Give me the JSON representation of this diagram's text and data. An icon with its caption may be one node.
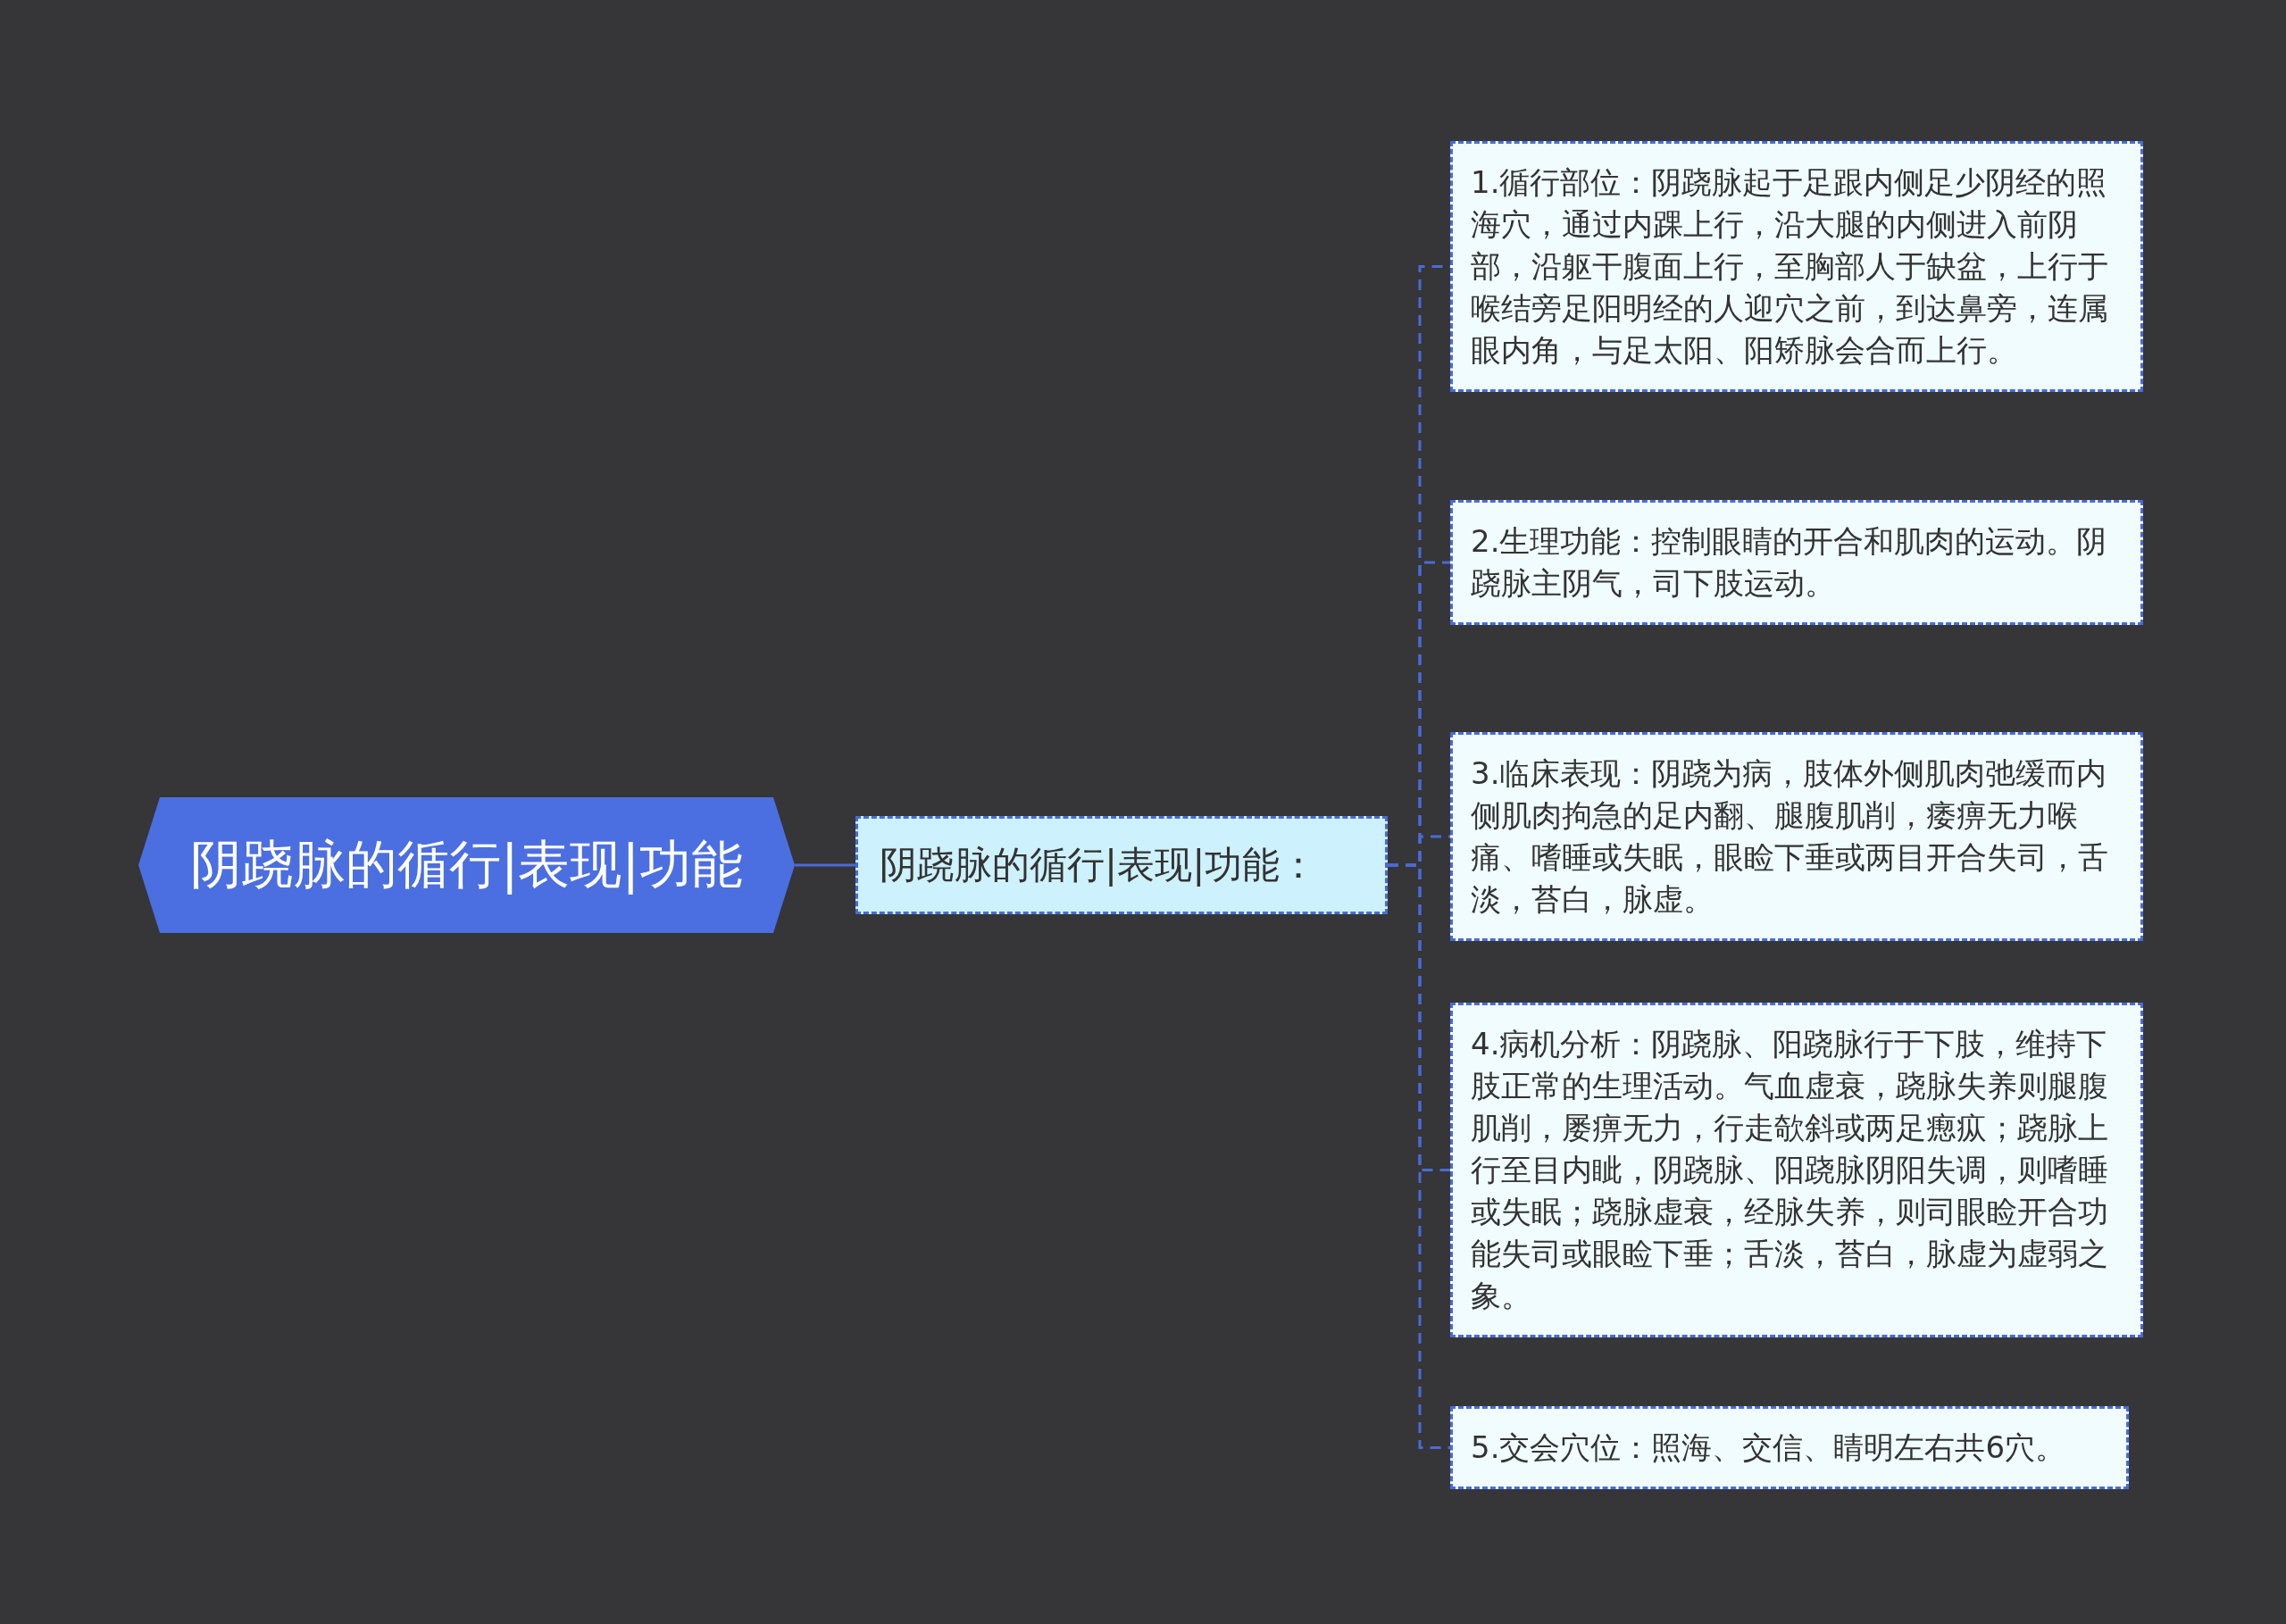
{
  "diagram": {
    "nodes": [
      {
        "text": [
          "阴跷脉的循行|表现|功能"
        ]
      },
      {
        "text": [
          "阴跷脉的循行|表现|功能："
        ]
      },
      {
        "text": [
          "1.循行部位：阴跷脉起于足跟内侧足少阴经的照海穴，通过内踝上行，沿大腿的内侧进入前阴部，沿躯干腹面上行，至胸部人于缺盆，上行于喉结旁足阳明经的人迎穴之前，到达鼻旁，连属眼内角，与足太阳、阳矫脉会合而上行。"
        ]
      },
      {
        "text": [
          "2.生理功能：控制眼睛的开合和肌肉的运动。阴跷脉主阴气，司下肢运动。"
        ]
      },
      {
        "text": [
          "3.临床表现：阴跷为病，肢体外侧肌肉弛缓而内侧肌肉拘急的足内翻、腿腹肌削，痿痹无力喉痛、嗜睡或失眠，眼睑下垂或两目开合失司，舌淡，苔白，脉虚。"
        ]
      },
      {
        "text": [
          "4.病机分析：阴跷脉、阳跷脉行于下肢，维持下肢正常的生理活动。气血虚衰，跷脉失养则腿腹肌削，屡痹无力，行走欹斜或两足瘛疭；跷脉上行至目内眦，阴跷脉、阳跷脉阴阳失调，则嗜睡或失眠；跷脉虚衰，经脉失养，则司眼睑开合功能失司或眼睑下垂；舌淡，苔白，脉虚为虚弱之象。"
        ]
      },
      {
        "text": [
          "5.交会穴位：照海、交信、睛明左右共6穴。"
        ]
      }
    ],
    "edges": [
      {
        "from": 0,
        "to": 1,
        "arrow": "none"
      },
      {
        "from": 1,
        "to": 2,
        "arrow": "none",
        "style": "dashed"
      },
      {
        "from": 1,
        "to": 3,
        "arrow": "none",
        "style": "dashed"
      },
      {
        "from": 1,
        "to": 4,
        "arrow": "none",
        "style": "dashed"
      },
      {
        "from": 1,
        "to": 5,
        "arrow": "none",
        "style": "dashed"
      },
      {
        "from": 1,
        "to": 6,
        "arrow": "none",
        "style": "dashed"
      }
    ]
  }
}
